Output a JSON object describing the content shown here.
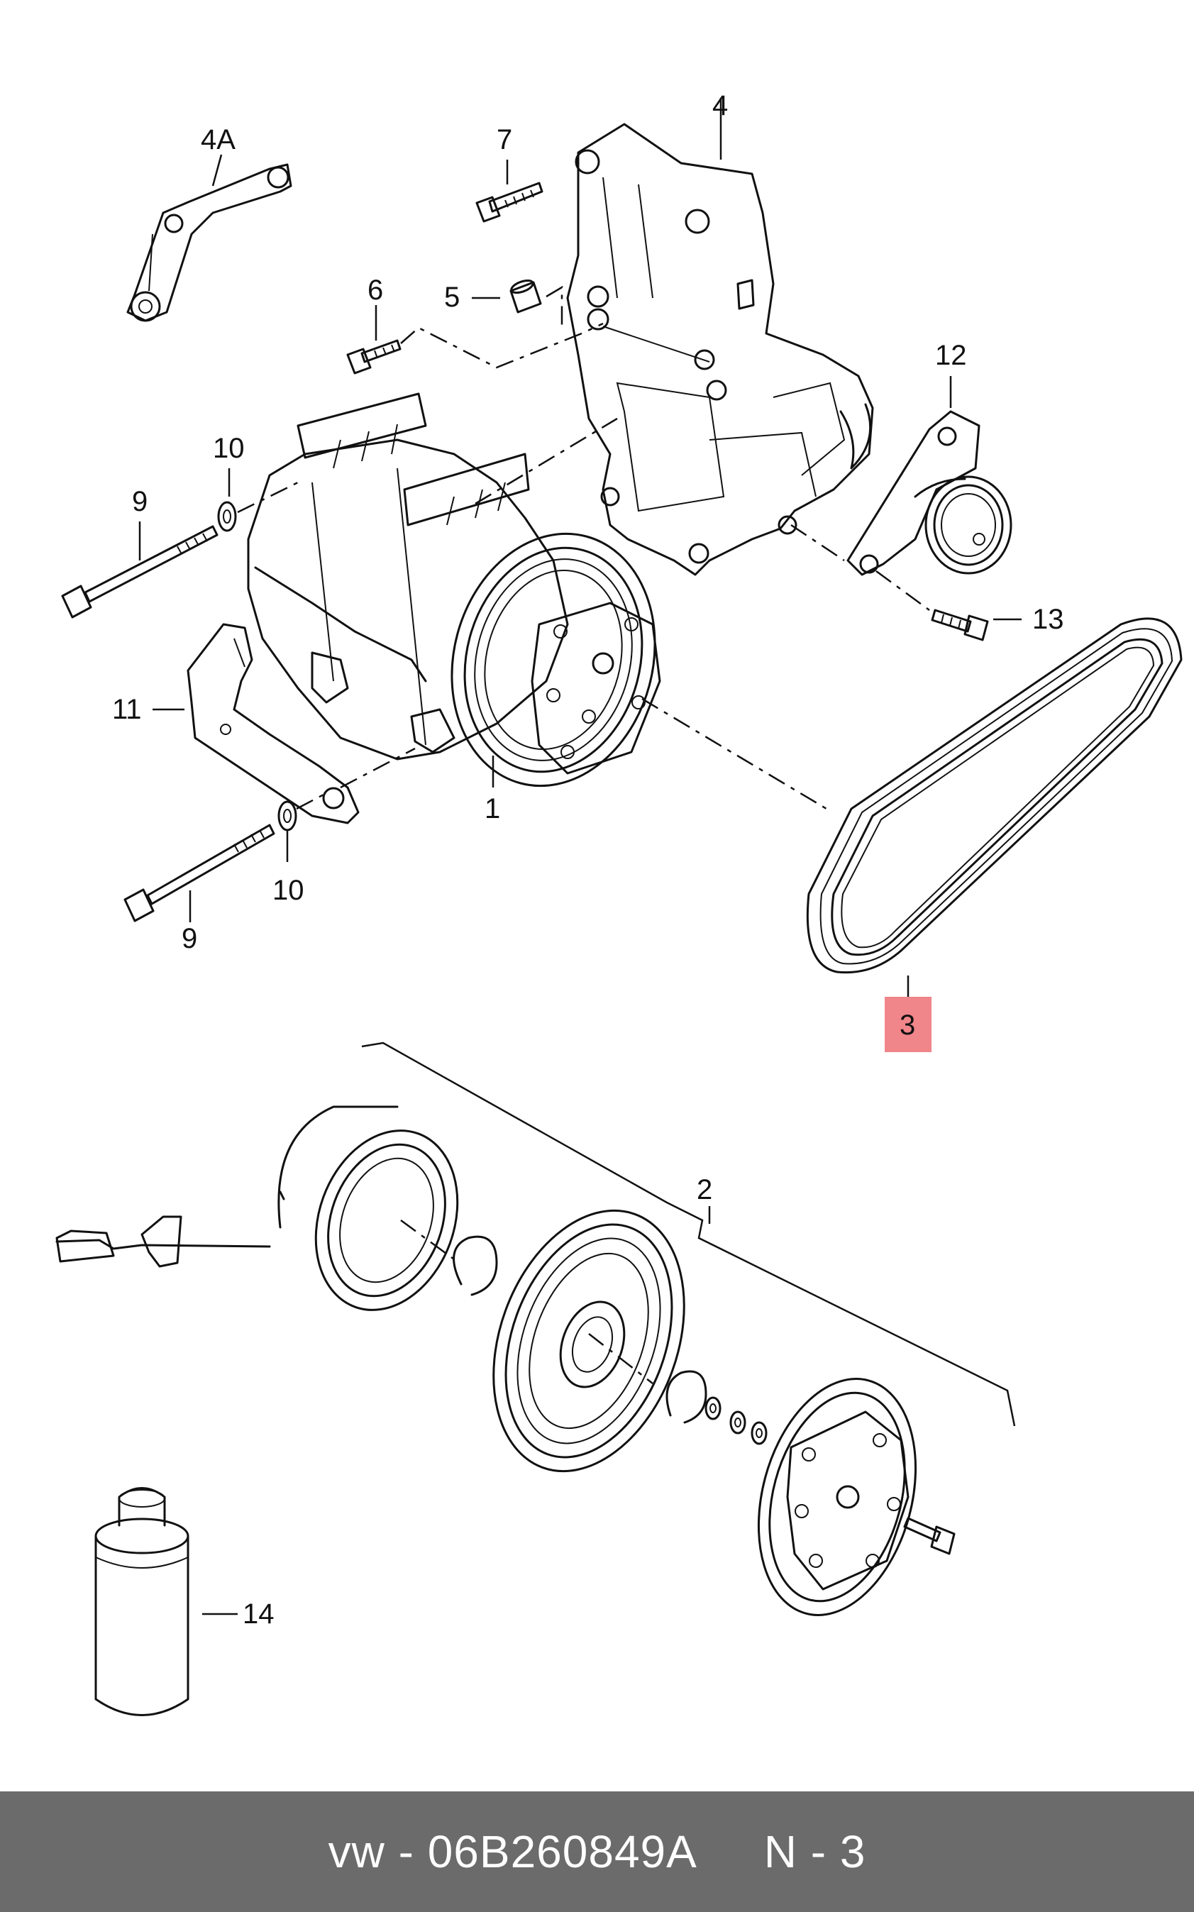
{
  "callouts": {
    "c1": "1",
    "c2": "2",
    "c3": "3",
    "c4": "4",
    "c4A": "4A",
    "c5": "5",
    "c6": "6",
    "c7": "7",
    "c9a": "9",
    "c9b": "9",
    "c10a": "10",
    "c10b": "10",
    "c11": "11",
    "c12": "12",
    "c13": "13",
    "c14": "14"
  },
  "highlight": {
    "callout": "3",
    "color": "#f0858a"
  },
  "footer": {
    "brand": "vw",
    "separator": " - ",
    "part_number": "06B260849A",
    "position": "N - 3",
    "background": "#6b6b6b"
  }
}
